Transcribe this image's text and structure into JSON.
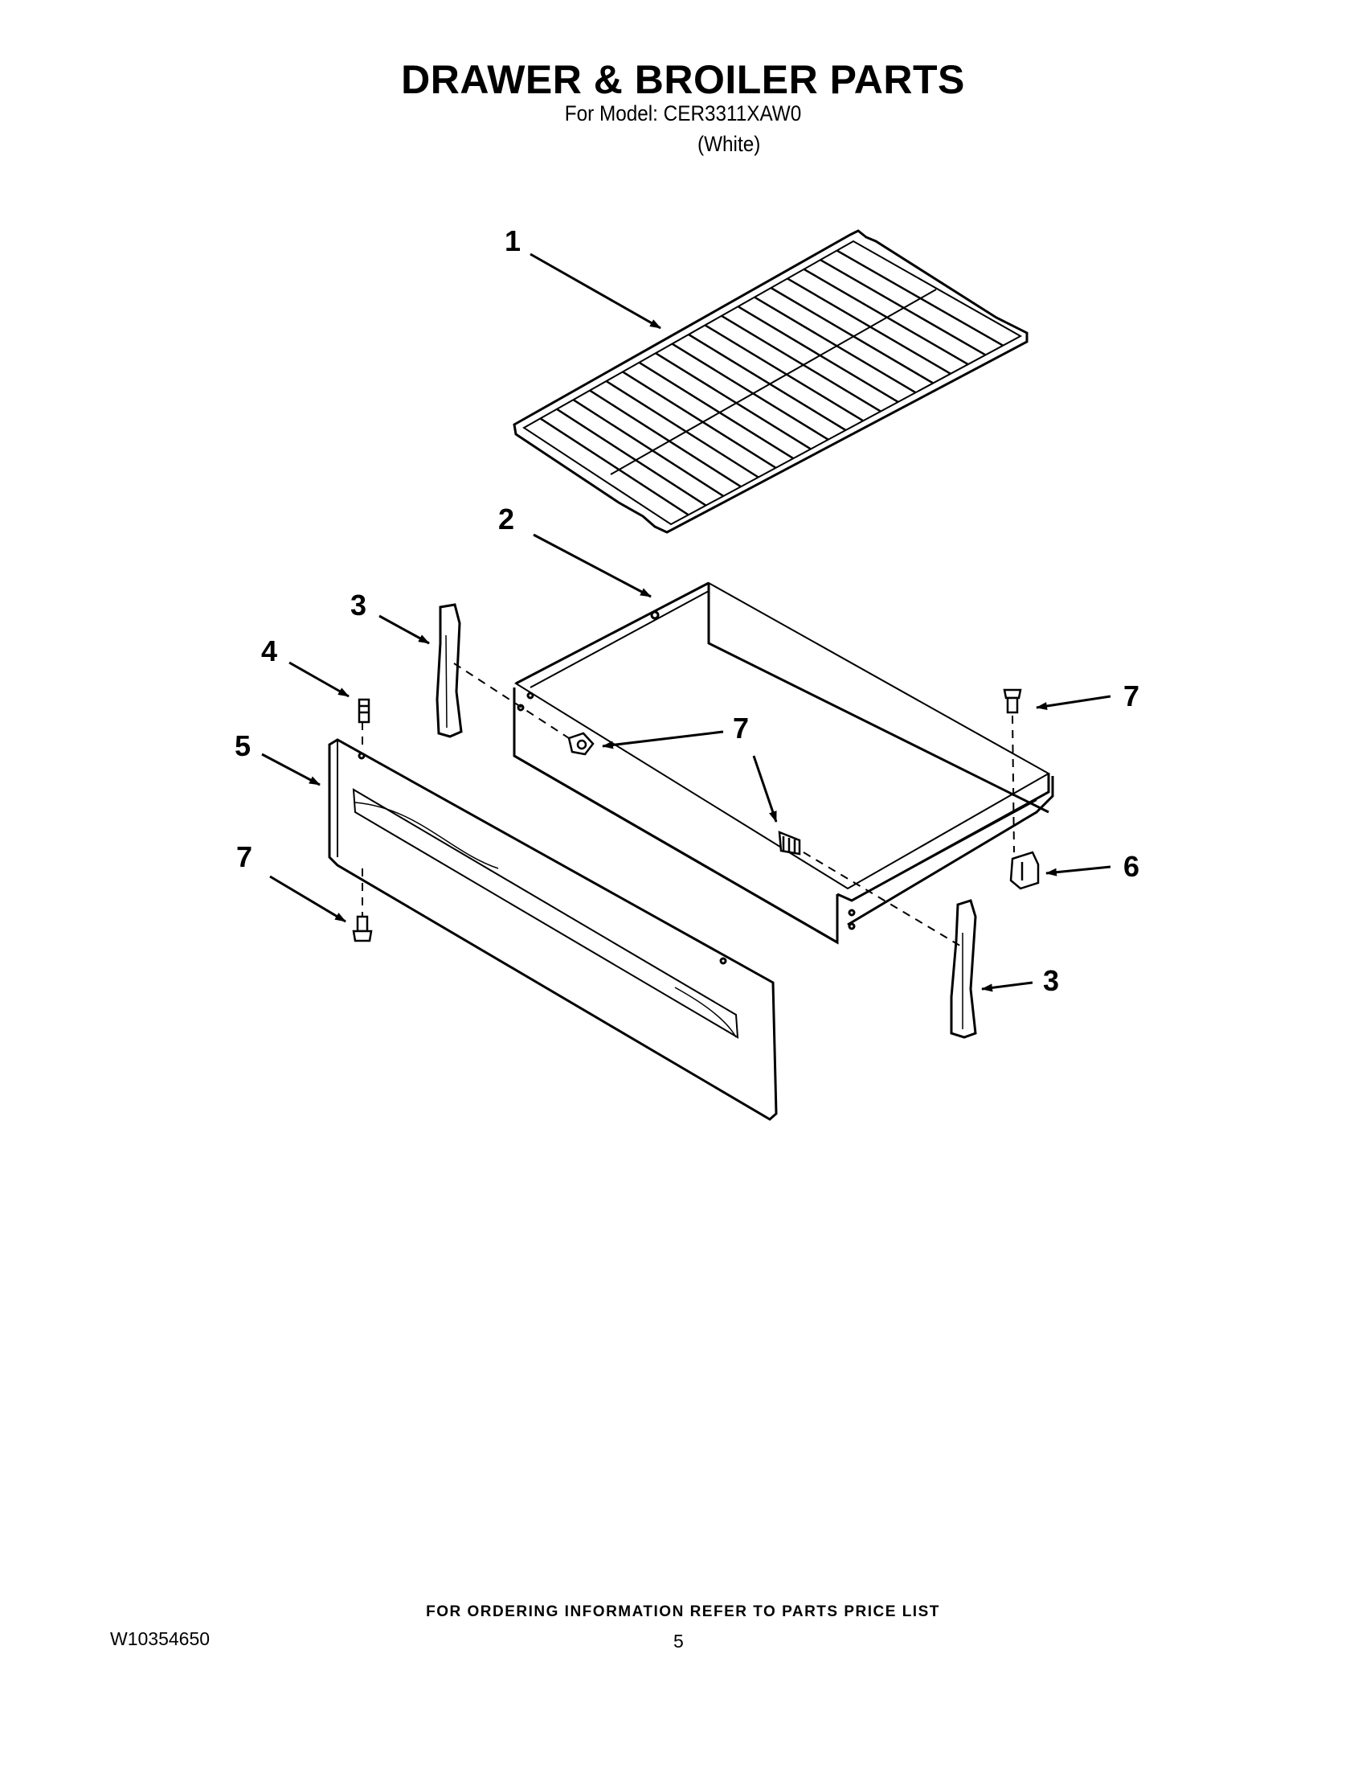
{
  "header": {
    "title": "DRAWER & BROILER PARTS",
    "model_line": "For Model: CER3311XAW0",
    "color_line": "(White)"
  },
  "diagram": {
    "callouts": [
      {
        "id": "c1",
        "label": "1",
        "part": "broiler-rack-grid"
      },
      {
        "id": "c2",
        "label": "2",
        "part": "drawer-pan"
      },
      {
        "id": "c3a",
        "label": "3",
        "part": "drawer-slide-left"
      },
      {
        "id": "c3b",
        "label": "3",
        "part": "drawer-slide-right"
      },
      {
        "id": "c4",
        "label": "4",
        "part": "stud"
      },
      {
        "id": "c5",
        "label": "5",
        "part": "drawer-front-panel"
      },
      {
        "id": "c6",
        "label": "6",
        "part": "clip"
      },
      {
        "id": "c7a",
        "label": "7",
        "part": "screw-top-right"
      },
      {
        "id": "c7b",
        "label": "7",
        "part": "screw-pan-side"
      },
      {
        "id": "c7c",
        "label": "7",
        "part": "screw-bottom-left"
      }
    ]
  },
  "footer": {
    "ordering_note": "FOR ORDERING INFORMATION REFER TO PARTS PRICE LIST",
    "doc_number": "W10354650",
    "page_number": "5"
  }
}
